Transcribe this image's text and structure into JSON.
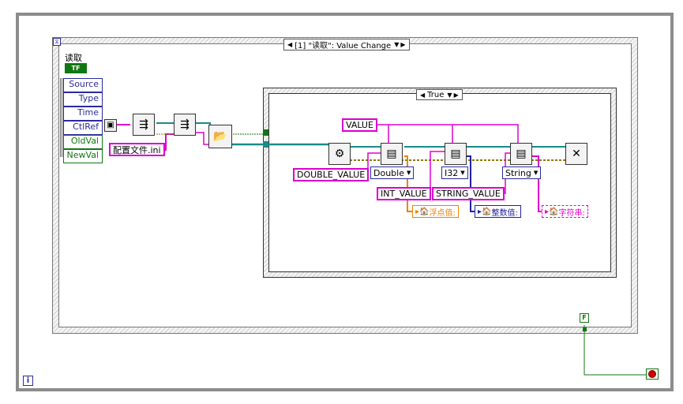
{
  "event_structure": {
    "selector_label": "[1] \"读取\": Value Change",
    "button_label": "读取",
    "button_value": "TF",
    "event_data_items": [
      "Source",
      "Type",
      "Time",
      "CtlRef",
      "OldVal",
      "NewVal"
    ]
  },
  "file_path_constant": "配置文件.ini",
  "case_structure": {
    "selector_label": "True"
  },
  "constants": {
    "key_value": "VALUE",
    "double_section": "DOUBLE_VALUE",
    "int_section": "INT_VALUE",
    "string_section": "STRING_VALUE"
  },
  "type_rings": [
    "Double",
    "I32",
    "String"
  ],
  "indicators": [
    {
      "label": "浮点值:",
      "color": "#f08000"
    },
    {
      "label": "整数值:",
      "color": "#2020a0"
    },
    {
      "label": "字符串:",
      "color": "#e000d0"
    }
  ],
  "stop_constant": "F",
  "info_icon": "i",
  "colors": {
    "string_wire": "#e000d0",
    "refnum_wire": "#1a8a8a",
    "bool_wire": "#117711",
    "error_wire": "#8a7a00"
  }
}
